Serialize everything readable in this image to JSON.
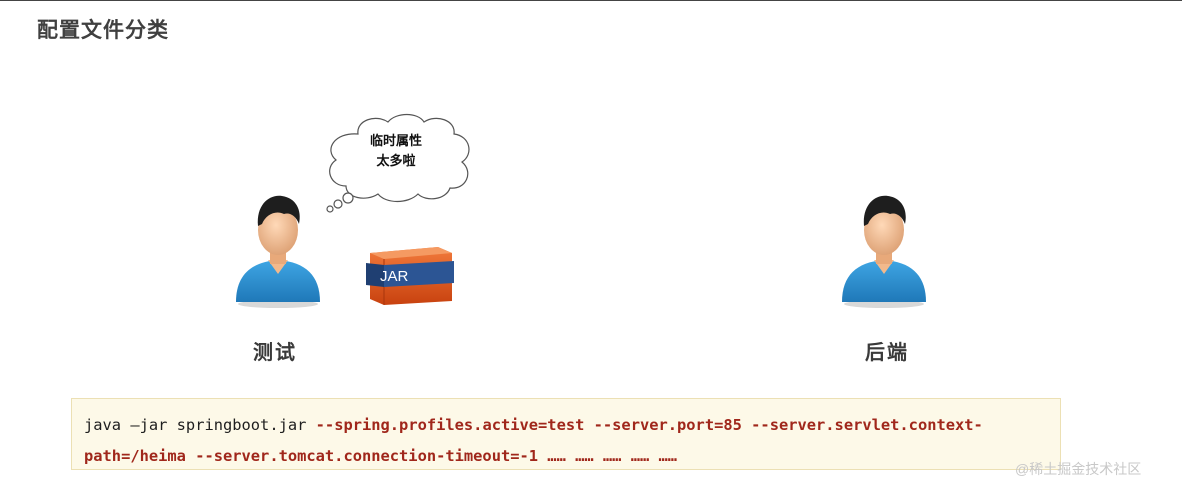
{
  "title": "配置文件分类",
  "left_person": {
    "label": "测试"
  },
  "right_person": {
    "label": "后端"
  },
  "thought_bubble": {
    "line1": "临时属性",
    "line2": "太多啦"
  },
  "jar_box": {
    "label": "JAR"
  },
  "command": {
    "line1_prefix": "java –jar springboot.jar ",
    "line1_args": "--spring.profiles.active=test --server.port=85 --server.servlet.context-",
    "line2_args": "path=/heima --server.tomcat.connection-timeout=-1 …… …… …… …… ……"
  },
  "watermark": "@稀土掘金技术社区",
  "colors": {
    "code_arg": "#a0271b",
    "code_bg": "#fdf9e8",
    "shirt": "#2e8fcf",
    "jar": "#e2561b"
  }
}
